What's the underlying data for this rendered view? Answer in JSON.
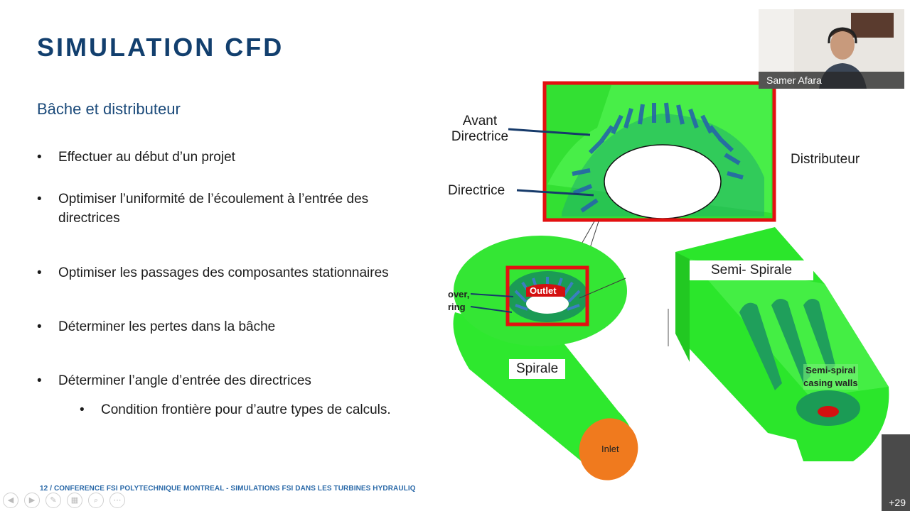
{
  "slide": {
    "title": "SIMULATION CFD",
    "subtitle": "Bâche et distributeur",
    "bullets": [
      {
        "lines": [
          "Effectuer au début d’un projet"
        ]
      },
      {
        "lines": [
          "Optimiser l’uniformité de l’écoulement à l’entrée des",
          "directrices"
        ]
      },
      {
        "lines": [
          "Optimiser les passages des composantes stationnaires"
        ]
      },
      {
        "lines": [
          "Déterminer les pertes dans la bâche"
        ]
      },
      {
        "lines": [
          "Déterminer l’angle d’entrée des directrices"
        ]
      }
    ],
    "sub_bullet": "Condition frontière pour d’autre types de calculs.",
    "footer": "12 / CONFERENCE FSI POLYTECHNIQUE MONTREAL - SIMULATIONS FSI DANS LES TURBINES HYDRAULIQ"
  },
  "figure": {
    "avant_directrice_line1": "Avant",
    "avant_directrice_line2": "Directrice",
    "directrice": "Directrice",
    "distributeur": "Distributeur",
    "outlet": "Outlet",
    "cover_line1": "over,",
    "cover_line2": "ring",
    "spirale": "Spirale",
    "inlet": "Inlet",
    "semi_spirale": "Semi- Spirale",
    "semi_spiral_walls_line1": "Semi-spiral",
    "semi_spiral_walls_line2": "casing walls",
    "colors": {
      "green": "#2ee82e",
      "frame_red": "#e31010",
      "arrow_navy": "#163a6a",
      "inlet_orange": "#f07a1e"
    }
  },
  "call": {
    "participant_name": "Samer Afara",
    "more_participants": "+29"
  },
  "presentation_controls": [
    "prev-icon",
    "next-icon",
    "pen-icon",
    "slides-icon",
    "zoom-icon",
    "more-icon"
  ]
}
